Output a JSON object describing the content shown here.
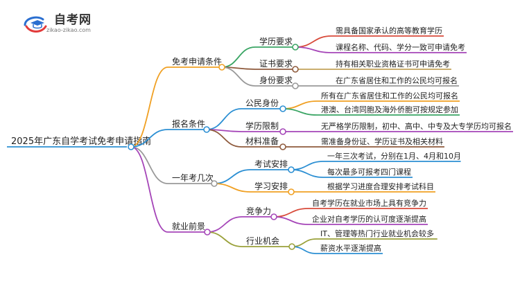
{
  "brand": {
    "title": "自考网",
    "url": "zikao-zikao.com"
  },
  "mindmap": {
    "root": "2025年广东自学考试免考申请指南",
    "branches": [
      {
        "label": "免考申请条件",
        "color": "#f0a023",
        "children": [
          {
            "label": "学历要求",
            "color": "#3aa564",
            "leaves": [
              {
                "label": "需具备国家承认的高等教育学历",
                "color": "#d84a3a"
              },
              {
                "label": "课程名称、代码、学分一致可申请免考",
                "color": "#a545b8"
              }
            ]
          },
          {
            "label": "证书要求",
            "color": "#8e5a3c",
            "leaves": [
              {
                "label": "持有相关职业资格证书可申请免考",
                "color": "#c3a25a"
              }
            ]
          },
          {
            "label": "身份要求",
            "color": "#999999",
            "leaves": [
              {
                "label": "在广东省居住和工作的公民均可报名",
                "color": "#999999"
              }
            ]
          }
        ]
      },
      {
        "label": "报名条件",
        "color": "#2b8fd3",
        "children": [
          {
            "label": "公民身份",
            "color": "#2b8fd3",
            "leaves": [
              {
                "label": "所有在广东省居住和工作的公民均可报名",
                "color": "#f0a023"
              },
              {
                "label": "港澳、台湾同胞及海外侨胞可按规定参加",
                "color": "#3aa564"
              }
            ]
          },
          {
            "label": "学历限制",
            "color": "#a545b8",
            "leaves": [
              {
                "label": "无严格学历限制，初中、高中、中专及大专学历均可报名",
                "color": "#a545b8"
              }
            ]
          },
          {
            "label": "材料准备",
            "color": "#8e5a3c",
            "leaves": [
              {
                "label": "需准备身份证、学历证书及相关材料",
                "color": "#8e5a3c"
              }
            ]
          }
        ]
      },
      {
        "label": "一年考几次",
        "color": "#999999",
        "children": [
          {
            "label": "考试安排",
            "color": "#2b8fd3",
            "leaves": [
              {
                "label": "一年三次考试，分别在1月、4月和10月",
                "color": "#2b8fd3"
              },
              {
                "label": "每次最多可报考四门课程",
                "color": "#2b8fd3"
              }
            ]
          },
          {
            "label": "学习安排",
            "color": "#f0a023",
            "leaves": [
              {
                "label": "根据学习进度合理安排考试科目",
                "color": "#f0a023"
              }
            ]
          }
        ]
      },
      {
        "label": "就业前景",
        "color": "#a545b8",
        "children": [
          {
            "label": "竞争力",
            "color": "#a545b8",
            "leaves": [
              {
                "label": "自考学历在就业市场上具有竞争力",
                "color": "#d84a3a"
              },
              {
                "label": "企业对自考学历的认可度逐渐提高",
                "color": "#a545b8"
              }
            ]
          },
          {
            "label": "行业机会",
            "color": "#9aa13a",
            "leaves": [
              {
                "label": "IT、管理等热门行业就业机会较多",
                "color": "#9aa13a"
              },
              {
                "label": "薪资水平逐渐提高",
                "color": "#2b8fd3"
              }
            ]
          }
        ]
      }
    ]
  }
}
